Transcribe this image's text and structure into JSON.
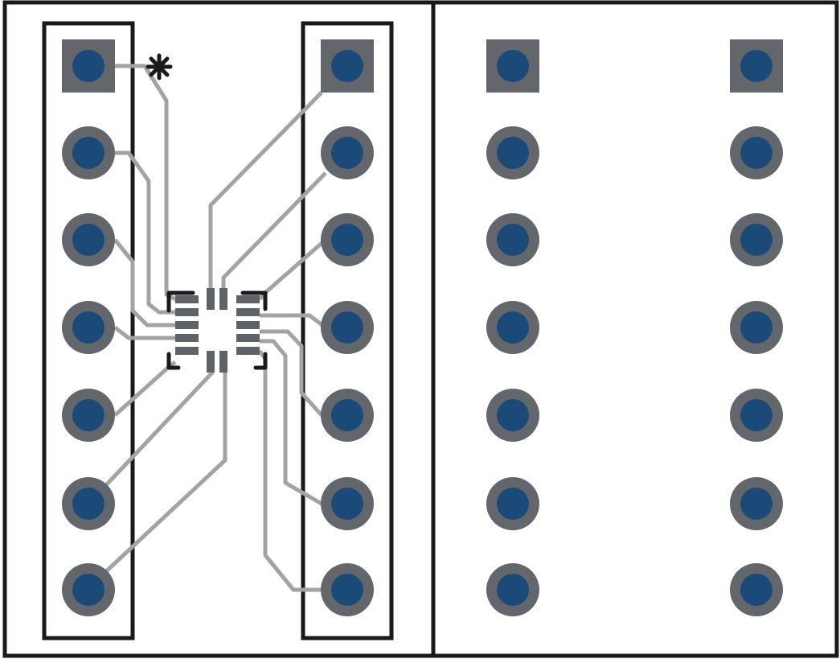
{
  "colors": {
    "background": "#ffffff",
    "outline": "#1a1a1a",
    "pad": "#63666a",
    "drill": "#1c4a78",
    "trace": "#a3a3a3",
    "chip_pad": "#5f6266"
  },
  "diagram": {
    "panels": [
      "pcb-with-breakout-traces",
      "pcb-pads-only"
    ],
    "pins_per_column": 7,
    "columns_per_panel": 2,
    "pin1_shape": "square",
    "other_pin_shape": "round",
    "pin1_marker_icon": "asterisk-icon",
    "chip_package": "qfn-16"
  }
}
